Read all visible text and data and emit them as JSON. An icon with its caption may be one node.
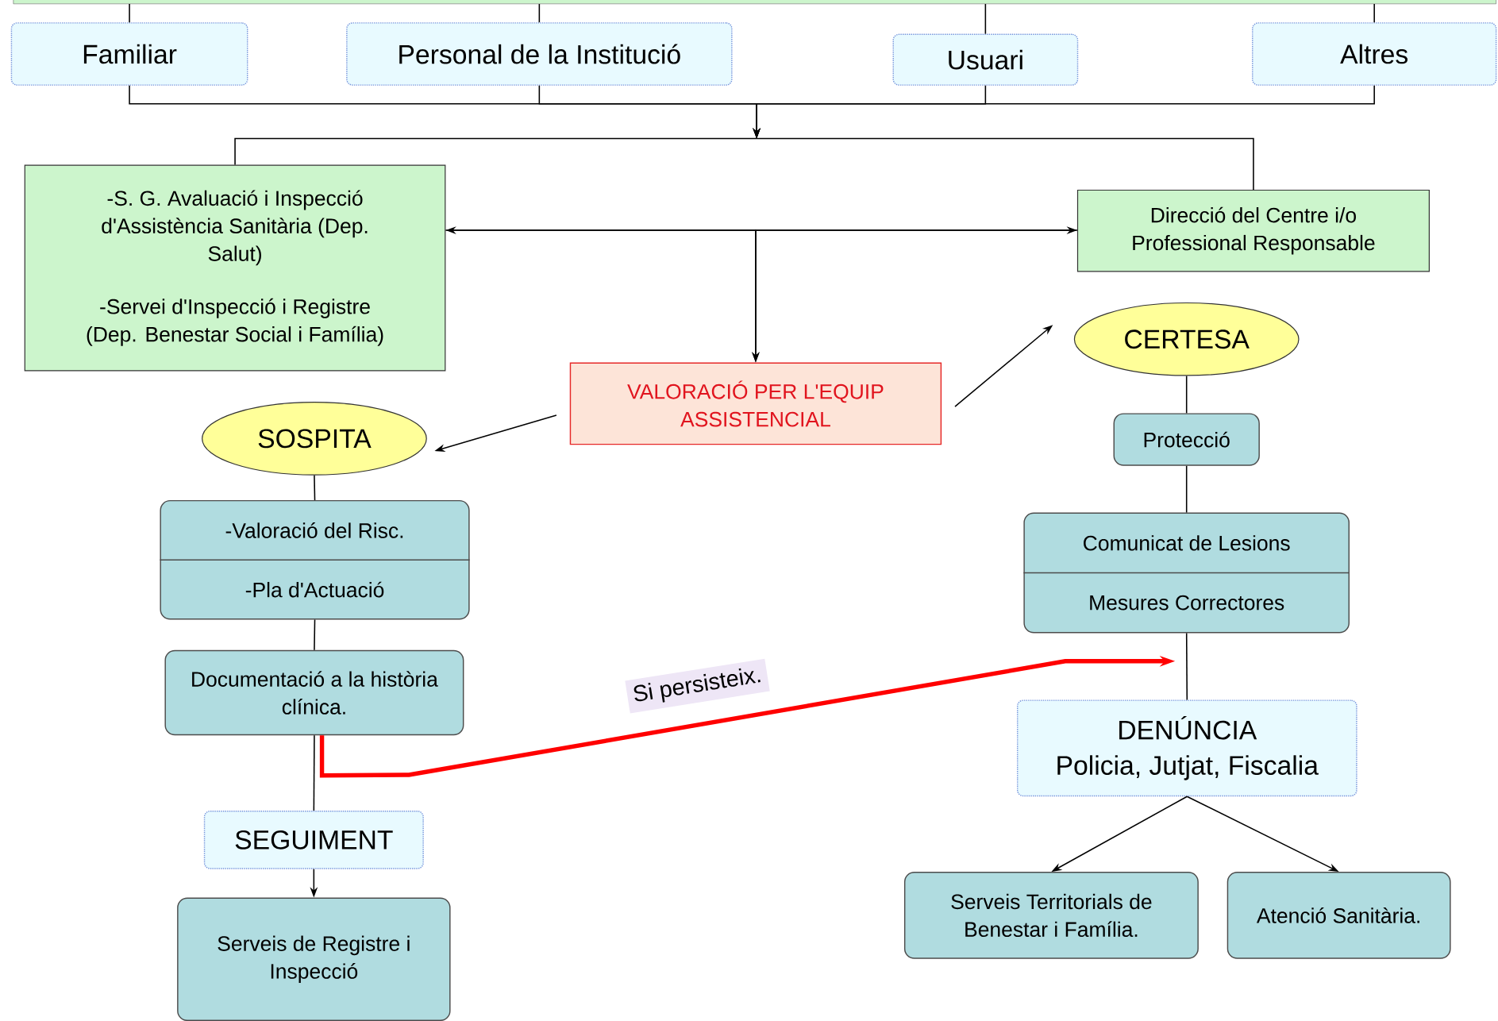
{
  "diagram": {
    "nodes": [
      {
        "text": [],
        "shape": "box"
      },
      {
        "text": [
          "Familiar"
        ]
      },
      {
        "text": [
          "Personal de la Institució"
        ]
      },
      {
        "text": [
          "Usuari"
        ]
      },
      {
        "text": [
          "Altres"
        ]
      },
      {
        "text": [
          "-S. G. Avaluació i Inspecció d'Assistència Sanitària (Dep. Salut)",
          "-Servei d'Inspecció i Registre (Dep. Benestar Social i Família)"
        ]
      },
      {
        "text": [
          "Direcció del Centre i/o Professional Responsable"
        ]
      },
      {
        "text": [
          "VALORACIÓ PER L'EQUIP ASSISTENCIAL"
        ]
      },
      {
        "text": [
          "SOSPITA"
        ]
      },
      {
        "text": [
          "CERTESA"
        ]
      },
      {
        "text": [
          "-Valoració del Risc.",
          "-Pla d'Actuació"
        ]
      },
      {
        "text": [
          "Documentació a la història clínica."
        ]
      },
      {
        "text": [
          "SEGUIMENT"
        ]
      },
      {
        "text": [
          "Serveis de Registre i Inspecció"
        ]
      },
      {
        "text": [
          "Protecció"
        ]
      },
      {
        "text": [
          "Comunicat de Lesions",
          "Mesures Correctores"
        ]
      },
      {
        "text": [
          "DENÚNCIA",
          "Policia, Jutjat, Fiscalia"
        ]
      },
      {
        "text": [
          "Serveis Territorials de Benestar i Família."
        ]
      },
      {
        "text": [
          "Atenció Sanitària."
        ]
      }
    ],
    "edges": [
      {
        "from": 0,
        "to": 1,
        "arrow": "none"
      },
      {
        "from": 0,
        "to": 2,
        "arrow": "none"
      },
      {
        "from": 0,
        "to": 3,
        "arrow": "none"
      },
      {
        "from": 0,
        "to": 4,
        "arrow": "none"
      },
      {
        "from": 1,
        "to": null,
        "arrow": "to"
      },
      {
        "from": 2,
        "to": null,
        "arrow": "to"
      },
      {
        "from": 3,
        "to": null,
        "arrow": "to"
      },
      {
        "from": 4,
        "to": null,
        "arrow": "to"
      },
      {
        "from": null,
        "to": 5,
        "arrow": "none"
      },
      {
        "from": null,
        "to": 6,
        "arrow": "none"
      },
      {
        "from": 5,
        "to": 6,
        "arrow": "both"
      },
      {
        "from": 5,
        "to": 7,
        "arrow": "to"
      },
      {
        "from": 6,
        "to": 7,
        "arrow": "to"
      },
      {
        "from": 7,
        "to": 8,
        "arrow": "to"
      },
      {
        "from": 7,
        "to": 9,
        "arrow": "to"
      },
      {
        "from": 8,
        "to": 10,
        "arrow": "none"
      },
      {
        "from": 10,
        "to": 11,
        "arrow": "none"
      },
      {
        "from": 11,
        "to": 12,
        "arrow": "none"
      },
      {
        "from": 12,
        "to": 13,
        "arrow": "to"
      },
      {
        "from": 9,
        "to": 14,
        "arrow": "none"
      },
      {
        "from": 14,
        "to": 15,
        "arrow": "none"
      },
      {
        "from": 15,
        "to": 16,
        "arrow": "none"
      },
      {
        "from": 16,
        "to": 17,
        "arrow": "to"
      },
      {
        "from": 16,
        "to": 18,
        "arrow": "to"
      },
      {
        "from": 11,
        "to": null,
        "arrow": "to",
        "label": "Si persisteix.",
        "style": "thick",
        "color": "#ff0000"
      }
    ]
  }
}
